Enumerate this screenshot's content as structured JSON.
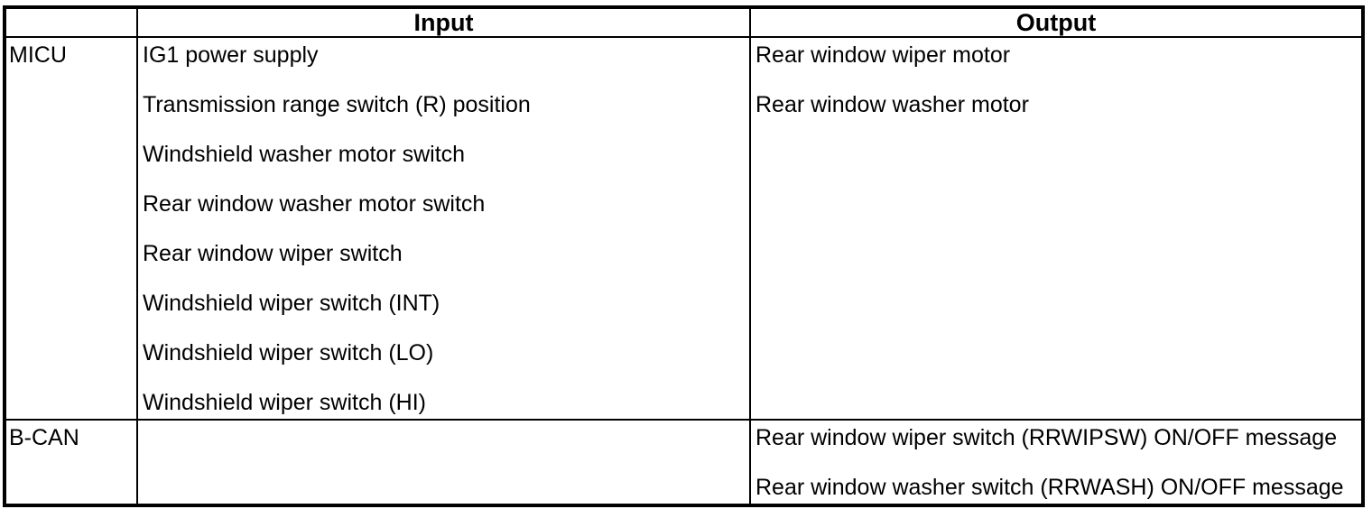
{
  "table": {
    "columns": [
      {
        "label": ""
      },
      {
        "label": "Input"
      },
      {
        "label": "Output"
      }
    ],
    "rows": [
      {
        "source": "MICU",
        "inputs": [
          "IG1 power supply",
          "Transmission range switch (R) position",
          "Windshield washer motor switch",
          "Rear window washer motor switch",
          "Rear window wiper switch",
          "Windshield wiper switch (INT)",
          "Windshield wiper switch (LO)",
          "Windshield wiper switch (HI)"
        ],
        "outputs": [
          "Rear window wiper motor",
          "Rear window washer motor"
        ]
      },
      {
        "source": "B-CAN",
        "inputs": [],
        "outputs": [
          "Rear window wiper switch (RRWIPSW) ON/OFF message",
          "Rear window washer switch (RRWASH) ON/OFF message"
        ]
      }
    ],
    "colors": {
      "border": "#000000",
      "text": "#000000",
      "background": "#ffffff"
    }
  }
}
